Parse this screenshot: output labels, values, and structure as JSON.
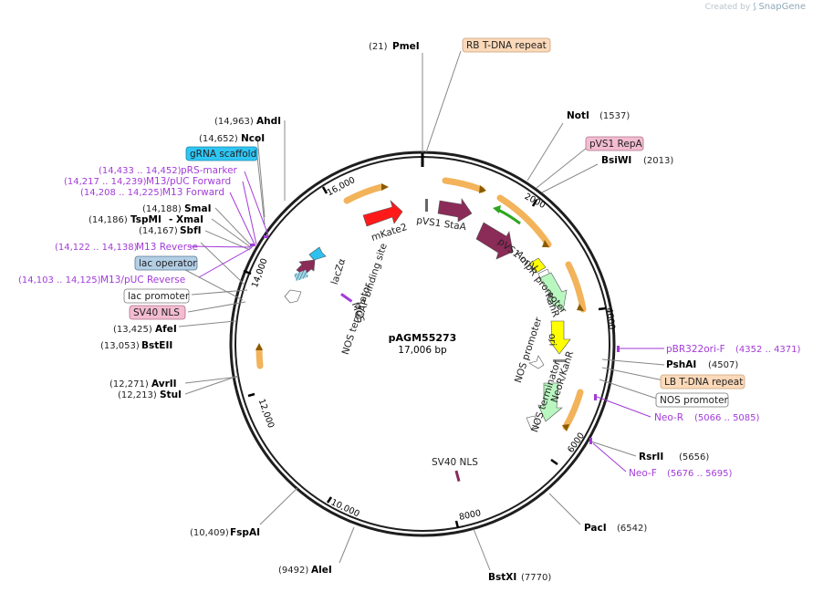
{
  "branding": {
    "created_by": "Created by",
    "app": "SnapGene"
  },
  "plasmid": {
    "name": "pAGM55273",
    "size_label": "17,006 bp"
  },
  "colors": {
    "backbone": "#1e1e1e",
    "primer": "#a23bd9",
    "orf_orange": "#f2b35a",
    "feature_maroon": "#8b2b58",
    "red": "#ff1a1a",
    "yellow": "#ffff00",
    "pale_green": "#b9f7c0",
    "green": "#2ea61f",
    "cyan": "#2ec1f0",
    "tag_peach": "#fbd9b9",
    "tag_pink": "#f3bcd0",
    "tag_blue": "#b3cfe6",
    "tag_cyan": "#2fc6f4"
  },
  "ticks": [
    "2000",
    "4000",
    "6000",
    "8000",
    "10,000",
    "12,000",
    "14,000",
    "16,000"
  ],
  "enzymes": [
    {
      "pos": "(21)",
      "name": "PmeI"
    },
    {
      "pos": "(1537)",
      "name": "NotI"
    },
    {
      "pos": "(2013)",
      "name": "BsiWI"
    },
    {
      "pos": "(4507)",
      "name": "PshAI"
    },
    {
      "pos": "(5656)",
      "name": "RsrII"
    },
    {
      "pos": "(6542)",
      "name": "PacI"
    },
    {
      "pos": "(7770)",
      "name": "BstXI"
    },
    {
      "pos": "(9492)",
      "name": "AleI"
    },
    {
      "pos": "(10,409)",
      "name": "FspAI"
    },
    {
      "pos": "(12,213)",
      "name": "StuI"
    },
    {
      "pos": "(12,271)",
      "name": "AvrII"
    },
    {
      "pos": "(13,053)",
      "name": "BstEII"
    },
    {
      "pos": "(13,425)",
      "name": "AfeI"
    },
    {
      "pos": "(14,167)",
      "name": "SbfI"
    },
    {
      "pos": "(14,186)",
      "name": "TspMI",
      "extra": "- XmaI"
    },
    {
      "pos": "(14,188)",
      "name": "SmaI"
    },
    {
      "pos": "(14,652)",
      "name": "NcoI"
    },
    {
      "pos": "(14,963)",
      "name": "AhdI"
    }
  ],
  "primers": [
    {
      "range": "(14,433 .. 14,452)",
      "name": "pRS-marker"
    },
    {
      "range": "(14,217 .. 14,239)",
      "name": "M13/pUC Forward"
    },
    {
      "range": "(14,208 .. 14,225)",
      "name": "M13 Forward"
    },
    {
      "range": "(14,122 .. 14,138)",
      "name": "M13 Reverse"
    },
    {
      "range": "(14,103 .. 14,125)",
      "name": "M13/pUC Reverse"
    },
    {
      "range": "(4352 .. 4371)",
      "name": "pBR322ori-F"
    },
    {
      "range": "(5066 .. 5085)",
      "name": "Neo-R"
    },
    {
      "range": "(5676 .. 5695)",
      "name": "Neo-F"
    }
  ],
  "boxed_labels": [
    {
      "text": "RB T-DNA repeat",
      "style": "peach"
    },
    {
      "text": "pVS1 RepA",
      "style": "pink"
    },
    {
      "text": "LB T-DNA repeat",
      "style": "peach"
    },
    {
      "text": "NOS promoter",
      "style": "white"
    },
    {
      "text": "gRNA scaffold",
      "style": "cyan"
    },
    {
      "text": "lac operator",
      "style": "blue"
    },
    {
      "text": "lac promoter",
      "style": "white"
    },
    {
      "text": "SV40 NLS",
      "style": "pink"
    }
  ],
  "feature_labels": [
    "mKate2",
    "pVS1 StaA",
    "pVS1 oriV",
    "AmpR promoter",
    "KanR",
    "ori",
    "NOS promoter",
    "NOS terminator",
    "NeoR/KanR",
    "SV40 NLS",
    "lacZα",
    "CAP binding site",
    "MCS",
    "NOS terminator"
  ]
}
